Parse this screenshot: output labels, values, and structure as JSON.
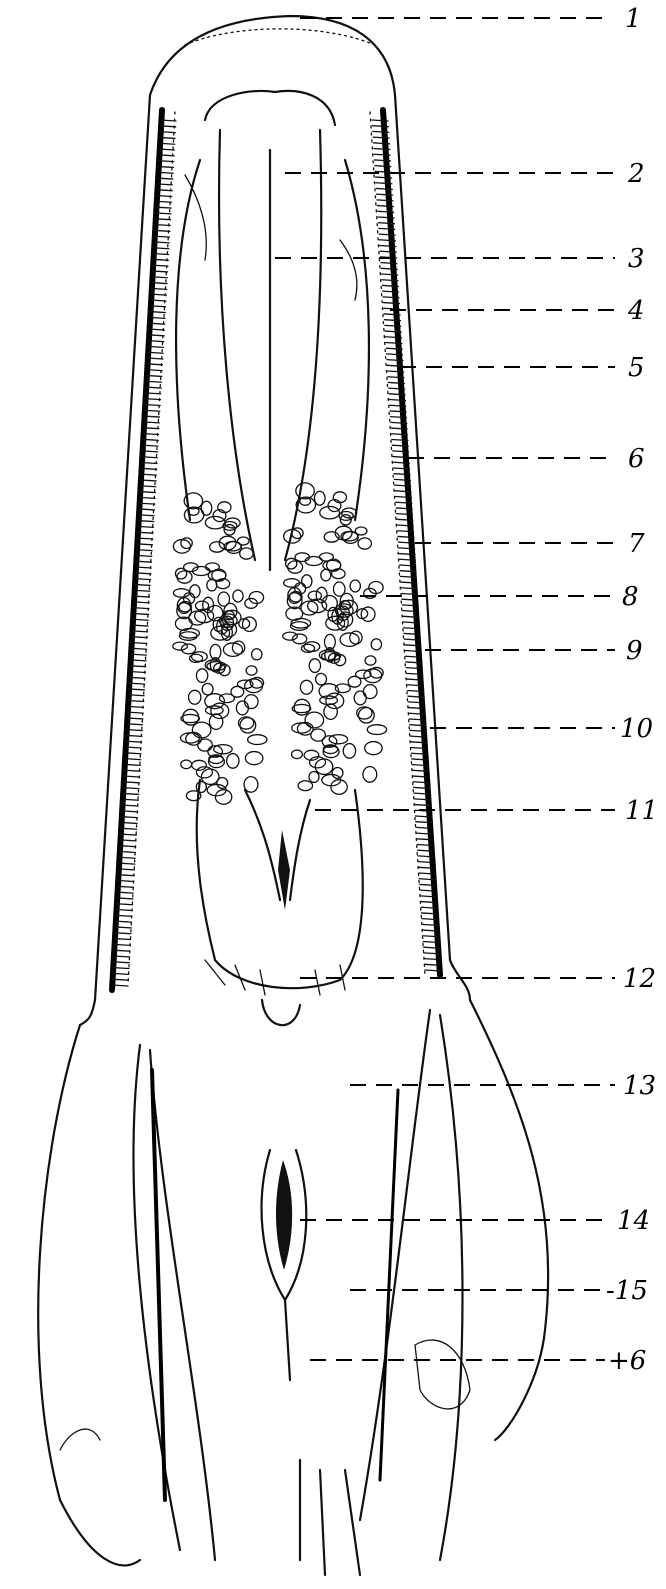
{
  "figure": {
    "labels": [
      {
        "id": "label-1",
        "text": "1"
      },
      {
        "id": "label-2",
        "text": "2"
      },
      {
        "id": "label-3",
        "text": "3"
      },
      {
        "id": "label-4",
        "text": "4"
      },
      {
        "id": "label-5",
        "text": "5"
      },
      {
        "id": "label-6",
        "text": "6"
      },
      {
        "id": "label-7",
        "text": "7"
      },
      {
        "id": "label-8",
        "text": "8"
      },
      {
        "id": "label-9",
        "text": "9"
      },
      {
        "id": "label-10",
        "text": "10"
      },
      {
        "id": "label-11",
        "text": "11"
      },
      {
        "id": "label-12",
        "text": "12"
      },
      {
        "id": "label-13",
        "text": "13"
      },
      {
        "id": "label-14",
        "text": "14"
      },
      {
        "id": "label-15",
        "text": "-15"
      },
      {
        "id": "label-16",
        "text": "+6"
      }
    ]
  }
}
